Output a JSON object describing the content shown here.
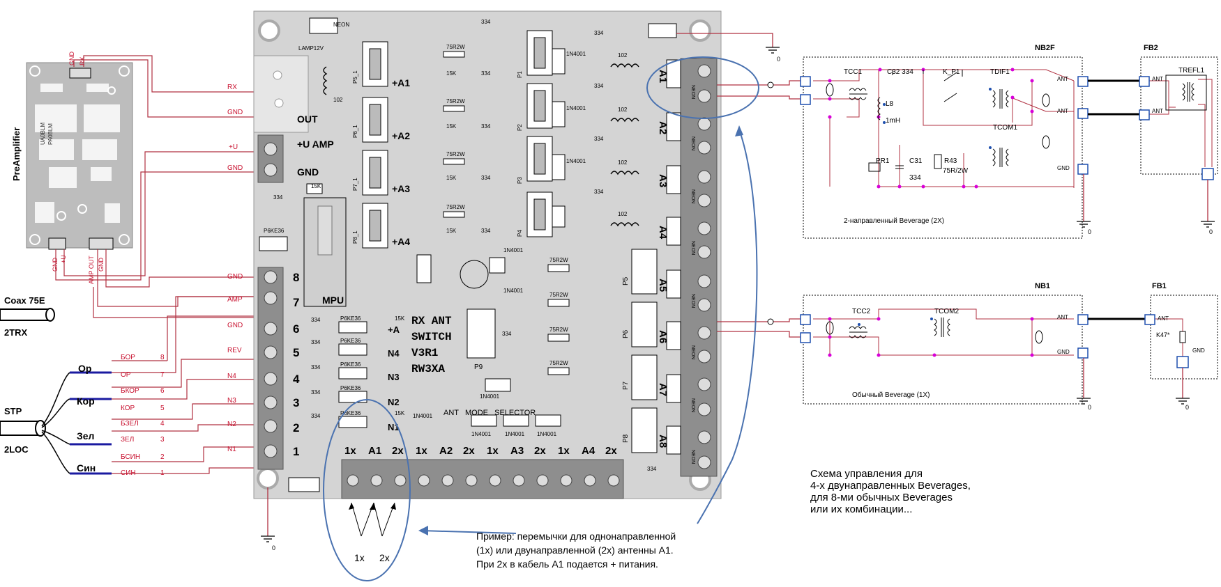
{
  "preamp": {
    "title": "PreAmplifier",
    "top_pins": [
      "GND",
      "RX"
    ],
    "bottom_pins": [
      "GND",
      "+U",
      "AMP OUT",
      "GND"
    ],
    "board_marks": [
      "UA0BLM",
      "PA0BLM"
    ]
  },
  "coax": {
    "label": "Coax 75E",
    "sub": "2TRX"
  },
  "stp": {
    "label": "STP",
    "sub": "2LOC",
    "pairs": [
      "Ор",
      "Кор",
      "Зел",
      "Син"
    ]
  },
  "wires": [
    {
      "label": "RX"
    },
    {
      "label": "GND"
    },
    {
      "label": "+U"
    },
    {
      "label": "GND"
    },
    {
      "label": "GND"
    },
    {
      "label": "AMP"
    },
    {
      "label": "GND"
    },
    {
      "label": "REV"
    },
    {
      "label": "N4"
    },
    {
      "label": "N3"
    },
    {
      "label": "N2"
    },
    {
      "label": "N1"
    }
  ],
  "stp_wires": [
    {
      "name": "БОР",
      "num": "8"
    },
    {
      "name": "ОР",
      "num": "7"
    },
    {
      "name": "БКОР",
      "num": "6"
    },
    {
      "name": "КОР",
      "num": "5"
    },
    {
      "name": "БЗЕЛ",
      "num": "4"
    },
    {
      "name": "ЗЕЛ",
      "num": "3"
    },
    {
      "name": "БСИН",
      "num": "2"
    },
    {
      "name": "СИН",
      "num": "1"
    }
  ],
  "board": {
    "title_lines": [
      "RX ANT",
      "SWITCH",
      "V3R1",
      "RW3XA"
    ],
    "out": "OUT",
    "uamp": "+U AMP",
    "gnd": "GND",
    "mpu": "MPU",
    "neon": "NEON",
    "lamp": "LAMP12V",
    "c334": "334",
    "r15k": "15K",
    "r75": "75R2W",
    "diode": "1N4001",
    "coil": "102",
    "tvs": "P6KE36",
    "p9": "P9",
    "plus_a": [
      "+A1",
      "+A2",
      "+A3",
      "+A4"
    ],
    "relays": [
      "P5_1",
      "P6_1",
      "P7_1",
      "P8_1"
    ],
    "relays2": [
      "P1",
      "P2",
      "P3",
      "P4"
    ],
    "left_pins": [
      "8",
      "7",
      "6",
      "5",
      "4",
      "3",
      "2",
      "1"
    ],
    "ant_labels": [
      "A1",
      "A2",
      "A3",
      "A4",
      "A5",
      "A6",
      "A7",
      "A8"
    ],
    "right_relays": [
      "P5",
      "P6",
      "P7",
      "P8"
    ],
    "n_labels": [
      "+A",
      "N4",
      "N3",
      "N2",
      "N1"
    ],
    "selector": "ANT   MODE   SELECTOR",
    "bottom_labels": [
      "1x",
      "A1",
      "2x",
      "1x",
      "A2",
      "2x",
      "1x",
      "A3",
      "2x",
      "1x",
      "A4",
      "2x"
    ]
  },
  "ground_zero": "0",
  "nb2f": {
    "title": "NB2F",
    "caption": "2-направленный Beverage (2X)",
    "parts": [
      "TCC1",
      "C32 334",
      "K_P1",
      "TDIF1",
      "L8",
      "1mH",
      "PR1",
      "C31",
      "334",
      "R43",
      "75R/2W",
      "TCOM1"
    ],
    "ports": [
      "ANT",
      "ANT",
      "GND"
    ]
  },
  "fb2": {
    "title": "FB2",
    "part": "TREFL1",
    "ports": [
      "ANT",
      "ANT"
    ]
  },
  "nb1": {
    "title": "NB1",
    "caption": "Обычный Beverage (1X)",
    "parts": [
      "TCC2",
      "TCOM2"
    ],
    "ports": [
      "ANT",
      "GND"
    ]
  },
  "fb1": {
    "title": "FB1",
    "part": "K47*",
    "ports": [
      "ANT",
      "GND"
    ]
  },
  "scheme_note": [
    "Схема управления для",
    "4-х двунаправленных  Beverages,",
    "для 8-ми обычных Beverages",
    "или их комбинации..."
  ],
  "example_note": [
    "Пример: перемычки для однонаправленной",
    "(1x) или двунаправленной (2x) антенны A1.",
    "При 2x в кабель A1 подается + питания."
  ],
  "jumper_labels": [
    "1x",
    "2x"
  ],
  "colors": {
    "wire": "#b03040",
    "board": "#d4d4d4",
    "pad": "#9a9a9a",
    "highlight": "#4a72b0",
    "node": "#d800d8",
    "stp_accent": "#1a1aa0",
    "port": "#1e4fae"
  }
}
